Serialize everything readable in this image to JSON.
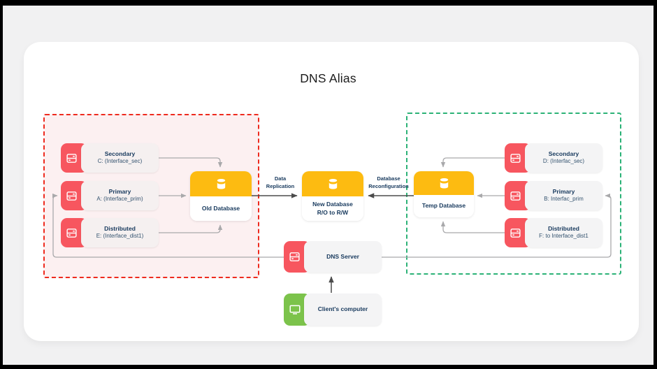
{
  "title": "DNS Alias",
  "colors": {
    "accent_red": "#f7565f",
    "accent_yellow": "#fdbb11",
    "accent_green": "#7cc34b",
    "old_zone_border": "#ee2a1e",
    "old_zone_bg": "#fcf0f1",
    "temp_zone_border": "#2cb277",
    "text_navy": "#17395d",
    "connector_gray": "#a9a9ab",
    "connector_dark": "#4b4b4b"
  },
  "groups": {
    "old_env": {
      "servers": [
        {
          "role": "Secondary",
          "interface": "C: (Interface_sec)"
        },
        {
          "role": "Primary",
          "interface": "A: (Interface_prim)"
        },
        {
          "role": "Distributed",
          "interface": "E: (Interface_dist1)"
        }
      ],
      "database": {
        "label": "Old Database"
      }
    },
    "temp_env": {
      "servers": [
        {
          "role": "Secondary",
          "interface": "D: (Interfac_sec)"
        },
        {
          "role": "Primary",
          "interface": "B: Interfac_prim"
        },
        {
          "role": "Distributed",
          "interface": "F: to Interface_dist1"
        }
      ],
      "database": {
        "label": "Temp Database"
      }
    }
  },
  "new_database": {
    "line1": "New Database",
    "line2": "R/O to R/W"
  },
  "flows": {
    "data_replication": {
      "line1": "Data",
      "line2": "Replication"
    },
    "database_reconfiguration": {
      "line1": "Database",
      "line2": "Reconfiguration"
    }
  },
  "dns_server": {
    "label": "DNS Server"
  },
  "client": {
    "label": "Client's computer"
  }
}
